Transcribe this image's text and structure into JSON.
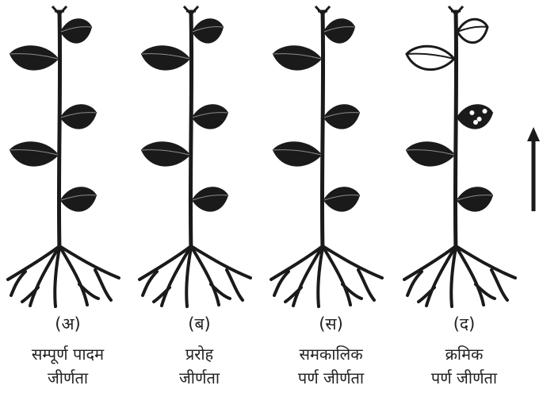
{
  "panels": [
    {
      "letter": "(अ)",
      "line1": "सम्पूर्ण पादम",
      "line2": "जीर्णता",
      "leaf_state": [
        "dark",
        "dark",
        "dark",
        "dark",
        "dark"
      ]
    },
    {
      "letter": "(ब)",
      "line1": "प्ररोह",
      "line2": "जीर्णता",
      "leaf_state": [
        "dark",
        "dark",
        "dark",
        "dark",
        "dark"
      ]
    },
    {
      "letter": "(स)",
      "line1": "समकालिक",
      "line2": "पर्ण जीर्णता",
      "leaf_state": [
        "dark",
        "dark",
        "dark",
        "dark",
        "dark"
      ]
    },
    {
      "letter": "(द)",
      "line1": "क्रमिक",
      "line2": "पर्ण जीर्णता",
      "leaf_state": [
        "outline",
        "outline",
        "spotted",
        "dark",
        "dark"
      ]
    }
  ],
  "colors": {
    "ink": "#1a1a1a",
    "background": "#ffffff"
  },
  "arrow_icon": "up-arrow-icon"
}
